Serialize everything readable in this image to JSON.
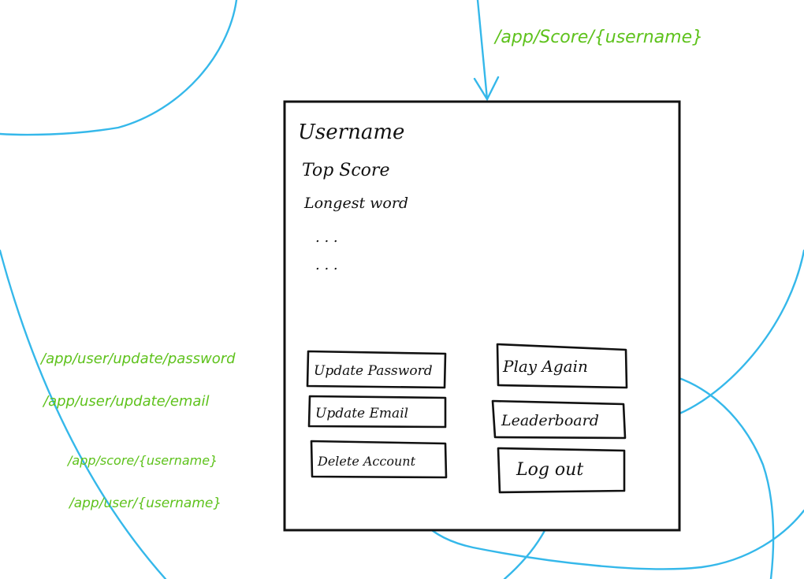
{
  "colors": {
    "ink": "#111111",
    "route_green": "#5ec21c",
    "flow_blue": "#35b8ea"
  },
  "profile": {
    "username_label": "Username",
    "top_score_label": "Top Score",
    "longest_word_label": "Longest word",
    "ellipsis_1": ". . .",
    "ellipsis_2": ". . ."
  },
  "buttons": {
    "update_password": "Update Password",
    "update_email": "Update Email",
    "delete_account": "Delete Account",
    "play_again": "Play Again",
    "leaderboard": "Leaderboard",
    "log_out": "Log out"
  },
  "routes": {
    "score_route_top": "/app/Score/{username}",
    "update_password_route": "/app/user/update/password",
    "update_email_route": "/app/user/update/email",
    "score_route_left": "/app/score/{username}",
    "user_route_left": "/app/user/{username}"
  }
}
